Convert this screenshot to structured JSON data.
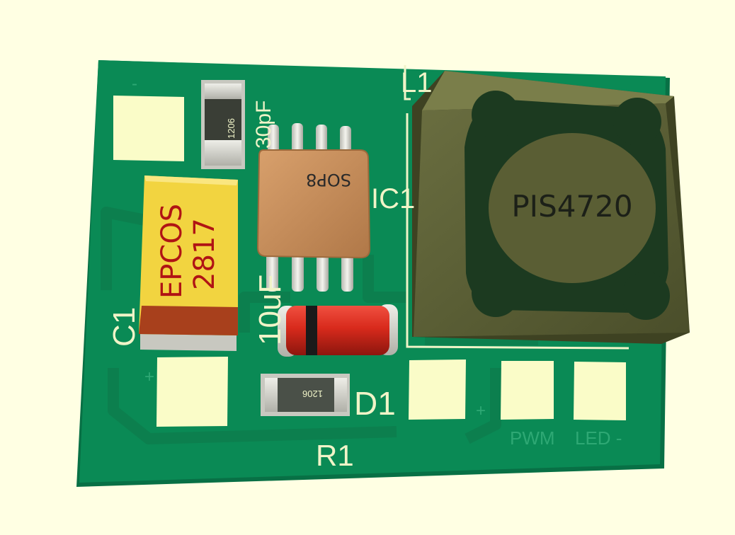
{
  "board": {
    "colors": {
      "background": "#ffffe3",
      "pcb": "#0a8a55",
      "pcb_edge": "#087045",
      "trace": "#0c7f4e",
      "pad": "#fafcc8",
      "silkscreen": "#f0f4c8",
      "tantalum_body": "#f2d440",
      "tantalum_band": "#a8401c",
      "ic_body": "#c8905c",
      "inductor_body": "#565a34",
      "inductor_core": "#1c3a20",
      "diode_body": "#d82a1c",
      "resistor_body": "#4a5048"
    }
  },
  "labels": {
    "c1": "C1",
    "r1": "R1",
    "d1": "D1",
    "ic1": "IC1",
    "l1": "L1",
    "c1_value": "10uF",
    "cap_top_value": "30pF",
    "plus_left": "+",
    "plus_right": "+",
    "minus_top": "-",
    "pwm": "PWM",
    "led_minus": "LED -"
  },
  "components": {
    "tantalum": {
      "brand": "EPCOS",
      "code": "2817"
    },
    "ic": {
      "package": "SOP8"
    },
    "inductor": {
      "marking": "PIS4720"
    },
    "resistor_top": {
      "size": "1206"
    },
    "resistor_bottom": {
      "size": "1206"
    }
  }
}
